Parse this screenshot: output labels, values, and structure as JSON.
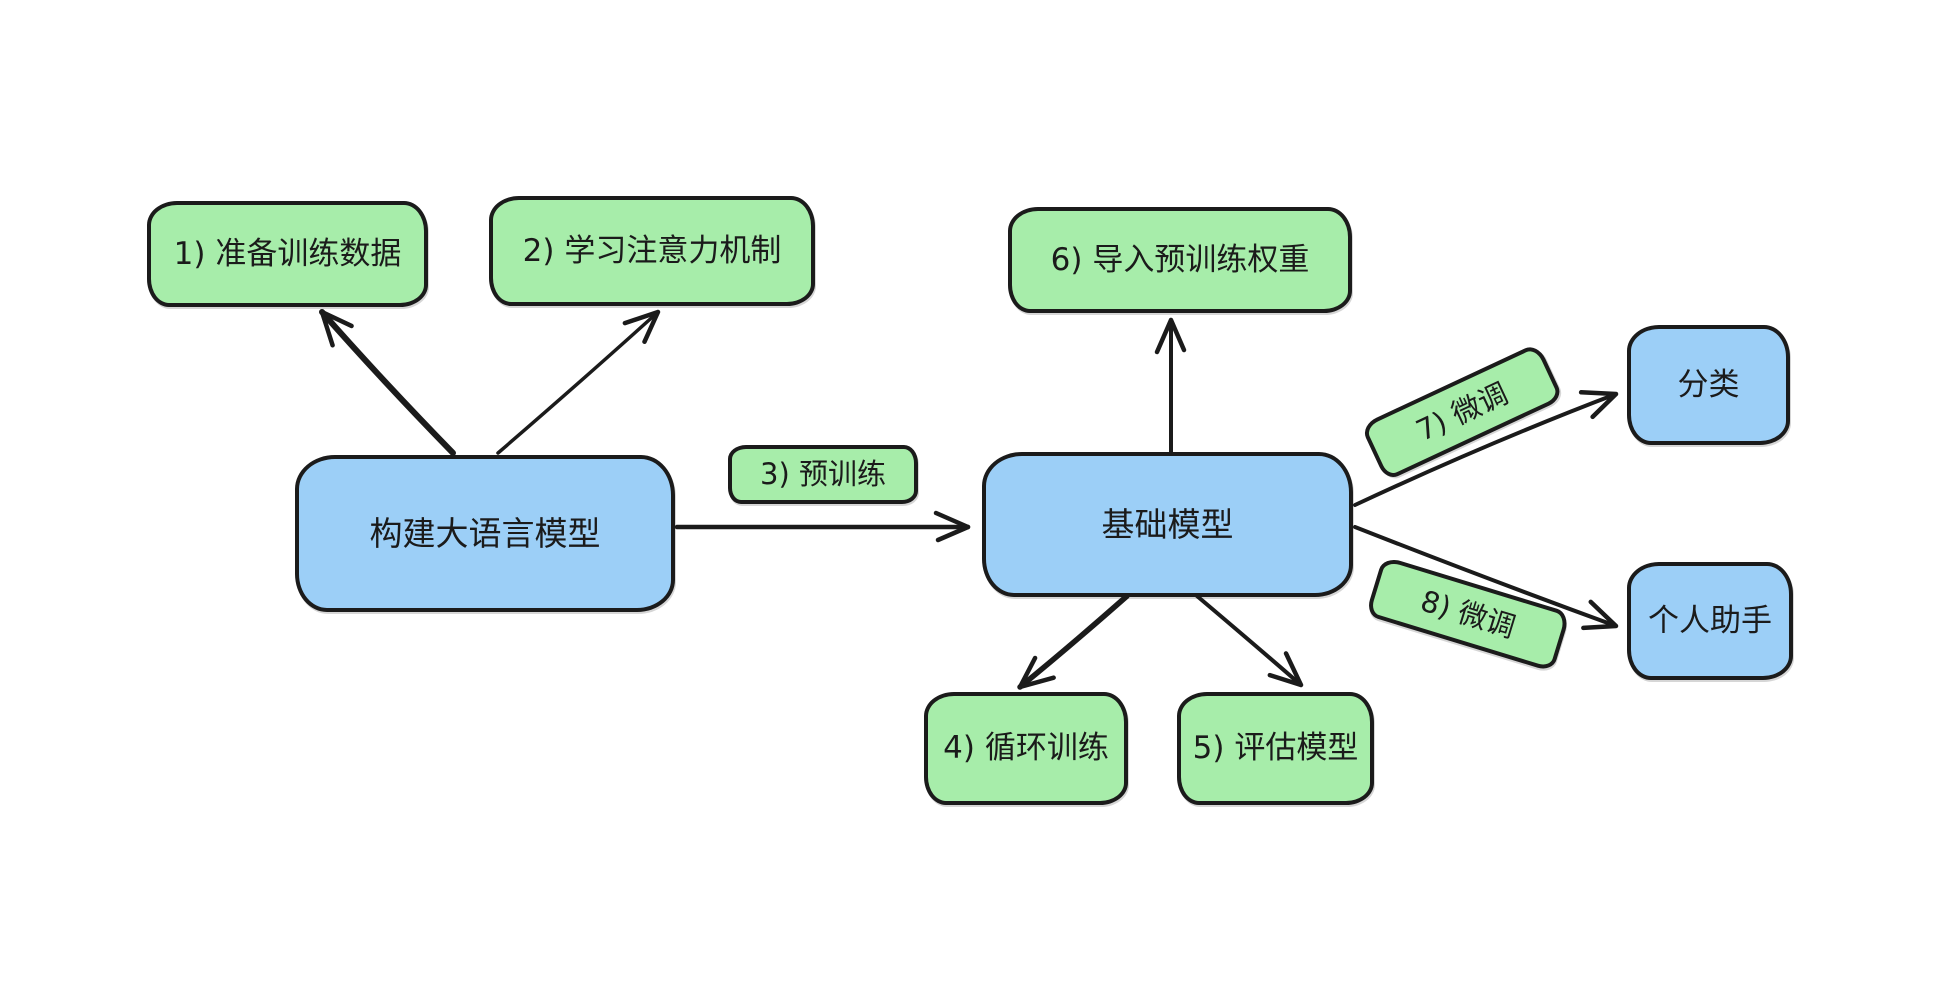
{
  "canvas": {
    "background": "#ffffff",
    "stroke_color": "#1b1b1b",
    "green_fill": "#a7edaa",
    "blue_fill": "#9ccff7"
  },
  "nodes": {
    "step1": {
      "label": "1) 准备训练数据",
      "fill": "green"
    },
    "step2": {
      "label": "2) 学习注意力机制",
      "fill": "green"
    },
    "build_llm": {
      "label": "构建大语言模型",
      "fill": "blue"
    },
    "pretrain": {
      "label": "3) 预训练",
      "fill": "green"
    },
    "base_model": {
      "label": "基础模型",
      "fill": "blue"
    },
    "step6": {
      "label": "6) 导入预训练权重",
      "fill": "green"
    },
    "step4": {
      "label": "4) 循环训练",
      "fill": "green"
    },
    "step5": {
      "label": "5) 评估模型",
      "fill": "green"
    },
    "finetune7": {
      "label": "7) 微调",
      "fill": "green"
    },
    "finetune8": {
      "label": "8) 微调",
      "fill": "green"
    },
    "classify": {
      "label": "分类",
      "fill": "blue"
    },
    "assistant": {
      "label": "个人助手",
      "fill": "blue"
    }
  },
  "edges": [
    {
      "from": "build_llm",
      "to": "step1"
    },
    {
      "from": "build_llm",
      "to": "step2"
    },
    {
      "from": "build_llm",
      "to": "base_model",
      "label": "3) 预训练"
    },
    {
      "from": "base_model",
      "to": "step6"
    },
    {
      "from": "base_model",
      "to": "step4"
    },
    {
      "from": "base_model",
      "to": "step5"
    },
    {
      "from": "base_model",
      "to": "classify",
      "label": "7) 微调"
    },
    {
      "from": "base_model",
      "to": "assistant",
      "label": "8) 微调"
    }
  ]
}
